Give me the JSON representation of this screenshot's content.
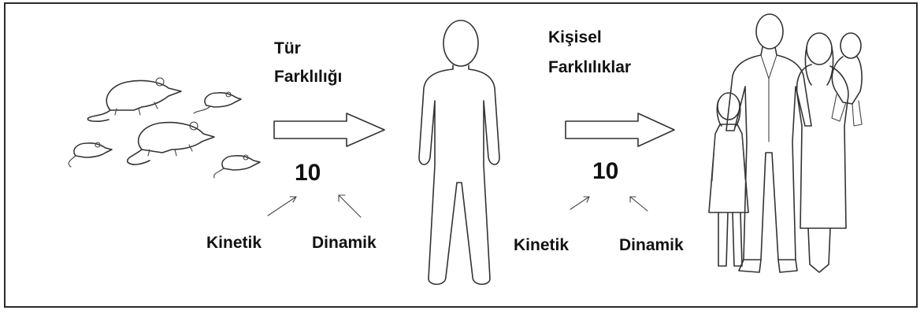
{
  "left_section": {
    "title_line1": "Tür",
    "title_line2": "Farklılığı",
    "number": "10",
    "kinetic_label": "Kinetik",
    "dynamic_label": "Dinamik"
  },
  "right_section": {
    "title_line1": "Kişisel",
    "title_line2": "Farklılıklar",
    "number": "10",
    "kinetic_label": "Kinetik",
    "dynamic_label": "Dinamik"
  },
  "colors": {
    "border": "#2a2a2a",
    "text": "#111111",
    "line_art": "#333333"
  },
  "icons": [
    "rat-icon",
    "human-silhouette-icon",
    "family-icon",
    "arrow-right-icon"
  ]
}
